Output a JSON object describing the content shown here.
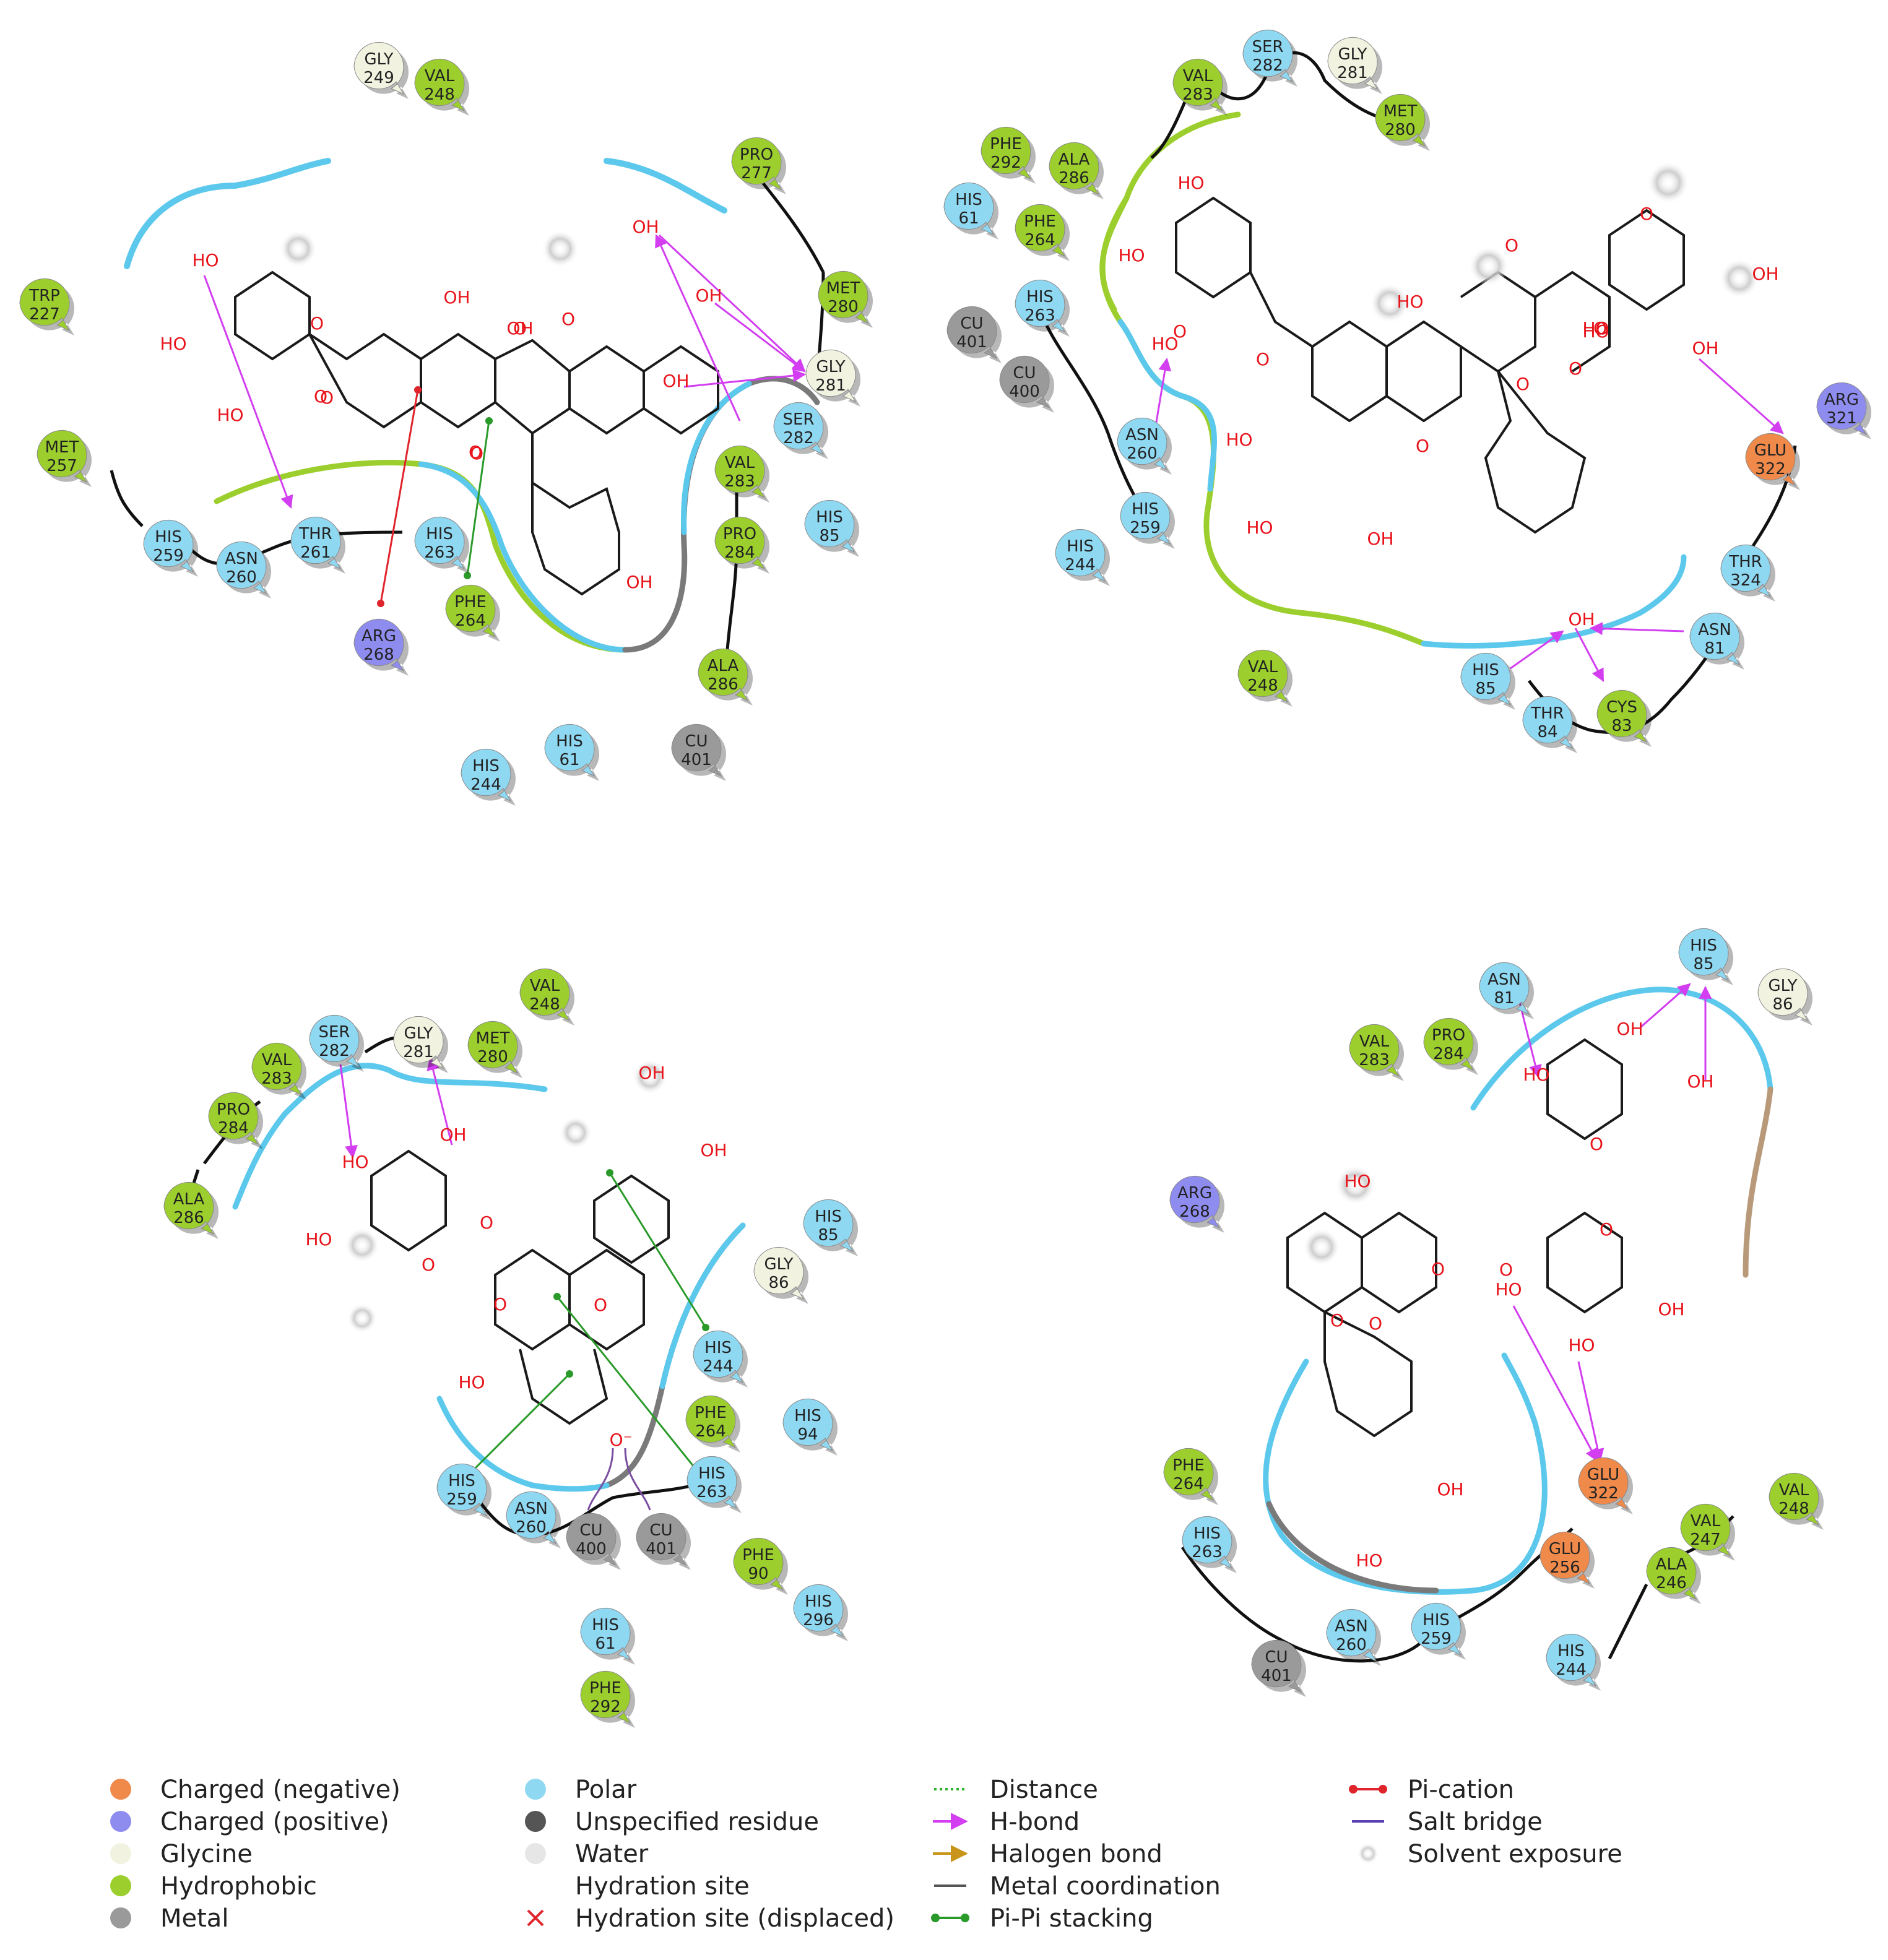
{
  "colors": {
    "charged_negative": "#f08a4b",
    "charged_positive": "#8f8cf0",
    "glycine": "#f1f3e0",
    "hydrophobic": "#9ccf2e",
    "metal": "#9a9a9a",
    "polar": "#8fd8f2",
    "unspecified": "#555555",
    "water": "#e6e6e6",
    "hbond": "#d23ef0",
    "pipi": "#2a9a2a",
    "picat": "#e0242c",
    "pocket_blue": "#5bc8ec",
    "pocket_green": "#9ccf2e",
    "pocket_gray": "#7a7a7a",
    "atom_red": "#e8141b"
  },
  "panels": [
    {
      "id": "A",
      "residues": [
        {
          "name": "GLY",
          "num": "249",
          "type": "glycine"
        },
        {
          "name": "VAL",
          "num": "248",
          "type": "hydrophobic"
        },
        {
          "name": "TRP",
          "num": "227",
          "type": "hydrophobic"
        },
        {
          "name": "PRO",
          "num": "277",
          "type": "hydrophobic"
        },
        {
          "name": "MET",
          "num": "280",
          "type": "hydrophobic"
        },
        {
          "name": "GLY",
          "num": "281",
          "type": "glycine"
        },
        {
          "name": "SER",
          "num": "282",
          "type": "polar"
        },
        {
          "name": "VAL",
          "num": "283",
          "type": "hydrophobic"
        },
        {
          "name": "PRO",
          "num": "284",
          "type": "hydrophobic"
        },
        {
          "name": "HIS",
          "num": "85",
          "type": "polar"
        },
        {
          "name": "ALA",
          "num": "286",
          "type": "hydrophobic"
        },
        {
          "name": "MET",
          "num": "257",
          "type": "hydrophobic"
        },
        {
          "name": "HIS",
          "num": "259",
          "type": "polar"
        },
        {
          "name": "ASN",
          "num": "260",
          "type": "polar"
        },
        {
          "name": "THR",
          "num": "261",
          "type": "polar"
        },
        {
          "name": "HIS",
          "num": "263",
          "type": "polar"
        },
        {
          "name": "PHE",
          "num": "264",
          "type": "hydrophobic"
        },
        {
          "name": "ARG",
          "num": "268",
          "type": "charged_positive"
        },
        {
          "name": "HIS",
          "num": "244",
          "type": "polar"
        },
        {
          "name": "HIS",
          "num": "61",
          "type": "polar"
        },
        {
          "name": "CU",
          "num": "401",
          "type": "metal"
        }
      ],
      "atoms": [
        "HO",
        "HO",
        "HO",
        "OH",
        "O",
        "OH",
        "O",
        "O",
        "OH",
        "OH",
        "OH",
        "O",
        "O",
        "OH",
        "O",
        "O"
      ]
    },
    {
      "id": "B",
      "residues": [
        {
          "name": "VAL",
          "num": "283",
          "type": "hydrophobic"
        },
        {
          "name": "SER",
          "num": "282",
          "type": "polar"
        },
        {
          "name": "GLY",
          "num": "281",
          "type": "glycine"
        },
        {
          "name": "MET",
          "num": "280",
          "type": "hydrophobic"
        },
        {
          "name": "PHE",
          "num": "292",
          "type": "hydrophobic"
        },
        {
          "name": "ALA",
          "num": "286",
          "type": "hydrophobic"
        },
        {
          "name": "HIS",
          "num": "61",
          "type": "polar"
        },
        {
          "name": "PHE",
          "num": "264",
          "type": "hydrophobic"
        },
        {
          "name": "HIS",
          "num": "263",
          "type": "polar"
        },
        {
          "name": "CU",
          "num": "401",
          "type": "metal"
        },
        {
          "name": "CU",
          "num": "400",
          "type": "metal"
        },
        {
          "name": "ASN",
          "num": "260",
          "type": "polar"
        },
        {
          "name": "HIS",
          "num": "259",
          "type": "polar"
        },
        {
          "name": "HIS",
          "num": "244",
          "type": "polar"
        },
        {
          "name": "VAL",
          "num": "248",
          "type": "hydrophobic"
        },
        {
          "name": "ARG",
          "num": "321",
          "type": "charged_positive"
        },
        {
          "name": "GLU",
          "num": "322",
          "type": "charged_negative"
        },
        {
          "name": "THR",
          "num": "324",
          "type": "polar"
        },
        {
          "name": "ASN",
          "num": "81",
          "type": "polar"
        },
        {
          "name": "HIS",
          "num": "85",
          "type": "polar"
        },
        {
          "name": "THR",
          "num": "84",
          "type": "polar"
        },
        {
          "name": "CYS",
          "num": "83",
          "type": "hydrophobic"
        }
      ],
      "atoms": [
        "HO",
        "HO",
        "HO",
        "O",
        "O",
        "HO",
        "HO",
        "OH",
        "O",
        "HO",
        "O",
        "O",
        "O",
        "HO",
        "O",
        "O",
        "OH",
        "HO",
        "OH",
        "OH"
      ]
    },
    {
      "id": "C",
      "residues": [
        {
          "name": "VAL",
          "num": "248",
          "type": "hydrophobic"
        },
        {
          "name": "SER",
          "num": "282",
          "type": "polar"
        },
        {
          "name": "GLY",
          "num": "281",
          "type": "glycine"
        },
        {
          "name": "MET",
          "num": "280",
          "type": "hydrophobic"
        },
        {
          "name": "VAL",
          "num": "283",
          "type": "hydrophobic"
        },
        {
          "name": "PRO",
          "num": "284",
          "type": "hydrophobic"
        },
        {
          "name": "ALA",
          "num": "286",
          "type": "hydrophobic"
        },
        {
          "name": "HIS",
          "num": "85",
          "type": "polar"
        },
        {
          "name": "GLY",
          "num": "86",
          "type": "glycine"
        },
        {
          "name": "HIS",
          "num": "244",
          "type": "polar"
        },
        {
          "name": "PHE",
          "num": "264",
          "type": "hydrophobic"
        },
        {
          "name": "HIS",
          "num": "94",
          "type": "polar"
        },
        {
          "name": "HIS",
          "num": "263",
          "type": "polar"
        },
        {
          "name": "HIS",
          "num": "259",
          "type": "polar"
        },
        {
          "name": "ASN",
          "num": "260",
          "type": "polar"
        },
        {
          "name": "CU",
          "num": "400",
          "type": "metal"
        },
        {
          "name": "CU",
          "num": "401",
          "type": "metal"
        },
        {
          "name": "PHE",
          "num": "90",
          "type": "hydrophobic"
        },
        {
          "name": "HIS",
          "num": "296",
          "type": "polar"
        },
        {
          "name": "HIS",
          "num": "61",
          "type": "polar"
        },
        {
          "name": "PHE",
          "num": "292",
          "type": "hydrophobic"
        }
      ],
      "atoms": [
        "OH",
        "OH",
        "OH",
        "HO",
        "HO",
        "O",
        "O",
        "O",
        "O",
        "HO",
        "O⁻"
      ]
    },
    {
      "id": "D",
      "residues": [
        {
          "name": "ASN",
          "num": "81",
          "type": "polar"
        },
        {
          "name": "HIS",
          "num": "85",
          "type": "polar"
        },
        {
          "name": "GLY",
          "num": "86",
          "type": "glycine"
        },
        {
          "name": "VAL",
          "num": "283",
          "type": "hydrophobic"
        },
        {
          "name": "PRO",
          "num": "284",
          "type": "hydrophobic"
        },
        {
          "name": "ARG",
          "num": "268",
          "type": "charged_positive"
        },
        {
          "name": "GLU",
          "num": "322",
          "type": "charged_negative"
        },
        {
          "name": "VAL",
          "num": "248",
          "type": "hydrophobic"
        },
        {
          "name": "VAL",
          "num": "247",
          "type": "hydrophobic"
        },
        {
          "name": "ALA",
          "num": "246",
          "type": "hydrophobic"
        },
        {
          "name": "GLU",
          "num": "256",
          "type": "charged_negative"
        },
        {
          "name": "HIS",
          "num": "244",
          "type": "polar"
        },
        {
          "name": "PHE",
          "num": "264",
          "type": "hydrophobic"
        },
        {
          "name": "HIS",
          "num": "263",
          "type": "polar"
        },
        {
          "name": "ASN",
          "num": "260",
          "type": "polar"
        },
        {
          "name": "HIS",
          "num": "259",
          "type": "polar"
        },
        {
          "name": "CU",
          "num": "401",
          "type": "metal"
        }
      ],
      "atoms": [
        "HO",
        "OH",
        "OH",
        "O",
        "O",
        "O",
        "HO",
        "O",
        "O",
        "HO",
        "OH",
        "HO",
        "O",
        "OH",
        "HO"
      ]
    }
  ],
  "legend": [
    {
      "label": "Charged (negative)",
      "kind": "dot",
      "color": "charged_negative"
    },
    {
      "label": "Charged (positive)",
      "kind": "dot",
      "color": "charged_positive"
    },
    {
      "label": "Glycine",
      "kind": "dot",
      "color": "glycine"
    },
    {
      "label": "Hydrophobic",
      "kind": "dot",
      "color": "hydrophobic"
    },
    {
      "label": "Metal",
      "kind": "dot",
      "color": "metal"
    },
    {
      "label": "Polar",
      "kind": "dot",
      "color": "polar"
    },
    {
      "label": "Unspecified residue",
      "kind": "dot",
      "color": "unspecified"
    },
    {
      "label": "Water",
      "kind": "dot",
      "color": "water"
    },
    {
      "label": "Hydration site",
      "kind": "none",
      "color": ""
    },
    {
      "label": "Hydration site (displaced)",
      "kind": "cross",
      "color": "#e0242c"
    },
    {
      "label": "Distance",
      "kind": "dotted-line",
      "color": "#2ab52a"
    },
    {
      "label": "H-bond",
      "kind": "arrow",
      "color": "#d23ef0"
    },
    {
      "label": "Halogen bond",
      "kind": "arrow",
      "color": "#c8951a"
    },
    {
      "label": "Metal coordination",
      "kind": "line",
      "color": "#555555"
    },
    {
      "label": "Pi-Pi stacking",
      "kind": "dot-line",
      "color": "#2a9a2a"
    },
    {
      "label": "Pi-cation",
      "kind": "dot-line",
      "color": "#e0242c"
    },
    {
      "label": "Salt bridge",
      "kind": "line",
      "color": "#5a3fb0"
    },
    {
      "label": "Solvent exposure",
      "kind": "halo",
      "color": "#bbbbbb"
    }
  ]
}
